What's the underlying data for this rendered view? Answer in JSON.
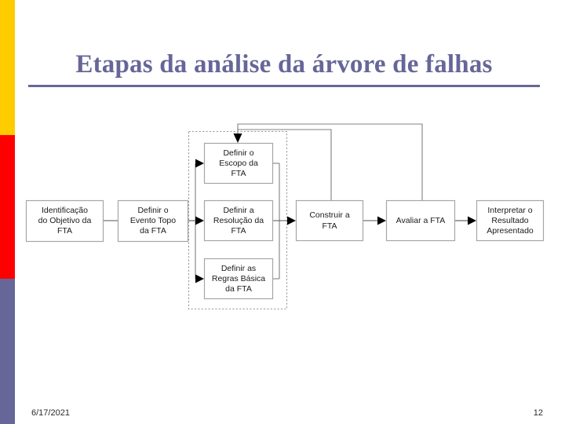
{
  "slide": {
    "title": "Etapas da análise da árvore de falhas",
    "accent_colors": {
      "title": "#666699",
      "rail_top": "#ffcc00",
      "rail_middle": "#ff0000",
      "rail_bottom": "#666699"
    }
  },
  "footer": {
    "date": "6/17/2021",
    "page_number": "12"
  },
  "diagram": {
    "type": "flowchart",
    "title": "Etapas da análise da árvore de falhas",
    "nodes": [
      {
        "id": "n1",
        "lines": [
          "Identificação",
          "do Objetivo da",
          "FTA"
        ]
      },
      {
        "id": "n2",
        "lines": [
          "Definir o",
          "Evento Topo",
          "da FTA"
        ]
      },
      {
        "id": "n3",
        "lines": [
          "Definir o",
          "Escopo da",
          "FTA"
        ]
      },
      {
        "id": "n4",
        "lines": [
          "Definir a",
          "Resolução da",
          "FTA"
        ]
      },
      {
        "id": "n5",
        "lines": [
          "Definir as",
          "Regras Básica",
          "da FTA"
        ]
      },
      {
        "id": "n6",
        "lines": [
          "Construir a",
          "FTA"
        ]
      },
      {
        "id": "n7",
        "lines": [
          "Avaliar a FTA"
        ]
      },
      {
        "id": "n8",
        "lines": [
          "Interpretar o",
          "Resultado",
          "Apresentado"
        ]
      }
    ],
    "group": {
      "id": "g1",
      "members": [
        "n3",
        "n4",
        "n5"
      ],
      "style": "dashed"
    },
    "edges": [
      {
        "from": "n1",
        "to": "n2"
      },
      {
        "from": "n2",
        "to": "n3"
      },
      {
        "from": "n2",
        "to": "n4"
      },
      {
        "from": "n2",
        "to": "n5"
      },
      {
        "from": "n3",
        "to": "n6"
      },
      {
        "from": "n4",
        "to": "n6"
      },
      {
        "from": "n5",
        "to": "n6"
      },
      {
        "from": "n6",
        "to": "n7"
      },
      {
        "from": "n7",
        "to": "n8"
      },
      {
        "from": "n6",
        "to": "n3",
        "kind": "feedback"
      },
      {
        "from": "n7",
        "to": "n3",
        "kind": "feedback"
      }
    ]
  }
}
